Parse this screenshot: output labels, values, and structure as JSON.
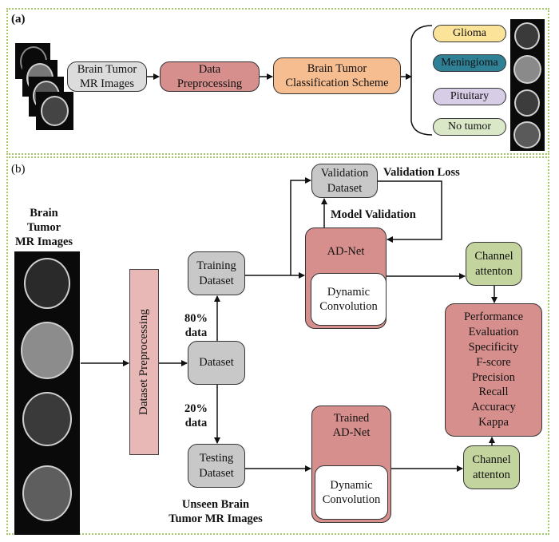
{
  "panel_a": {
    "label": "(a)",
    "input_box": "Brain Tumor\nMR Images",
    "preprocess_box": "Data\nPreprocessing",
    "classification_box": "Brain Tumor\nClassification Scheme",
    "classes": [
      {
        "label": "Glioma",
        "color": "#fbe39a"
      },
      {
        "label": "Meningioma",
        "color": "#2f7f95"
      },
      {
        "label": "Pituitary",
        "color": "#d8cde6"
      },
      {
        "label": "No tumor",
        "color": "#dbe8c8"
      }
    ]
  },
  "panel_b": {
    "label": "(b)",
    "images_title": "Brain\nTumor\nMR Images",
    "dataset_preprocessing": "Dataset Preprocessing",
    "training_dataset": "Training\nDataset",
    "dataset": "Dataset",
    "testing_dataset": "Testing\nDataset",
    "split_train": "80%\ndata",
    "split_test": "20%\ndata",
    "unseen_label": "Unseen Brain\nTumor MR Images",
    "validation_dataset": "Validation\nDataset",
    "validation_loss": "Validation Loss",
    "model_validation": "Model Validation",
    "adnet": "AD-Net",
    "dynamic_conv_top": "Dynamic\nConvolution",
    "trained_adnet": "Trained\nAD-Net",
    "dynamic_conv_bottom": "Dynamic\nConvolution",
    "channel_attention_top": "Channel\nattenton",
    "channel_attention_bottom": "Channel\nattenton",
    "performance": "Performance\nEvaluation\nSpecificity\nF-score\nPrecision\nRecall\nAccuracy\nKappa"
  },
  "colors": {
    "border_dotted": "#a6c66a",
    "gray_box": "#c8c8c8",
    "rose_box": "#d68f8c",
    "peach_box": "#f6bd91",
    "green_box": "#c3d49e",
    "preprocess_bar": "#e8b8b6"
  }
}
